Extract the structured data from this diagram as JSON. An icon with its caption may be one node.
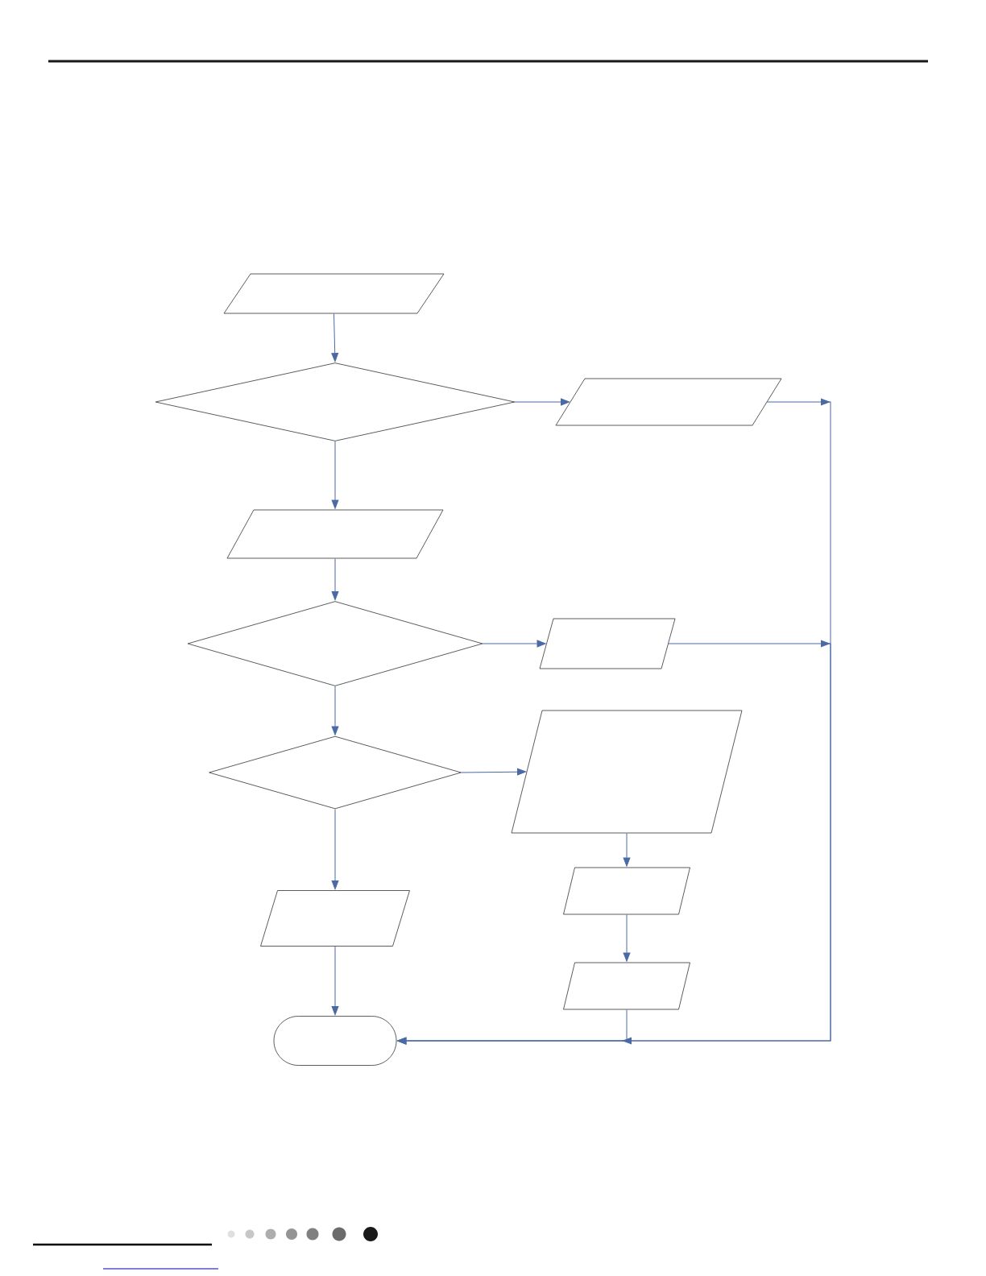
{
  "diagram": {
    "nodes": [
      {
        "text": [],
        "shape": "parallelogram"
      },
      {
        "text": [],
        "shape": "diamond"
      },
      {
        "text": [],
        "shape": "parallelogram"
      },
      {
        "text": [],
        "shape": "parallelogram"
      },
      {
        "text": [],
        "shape": "diamond"
      },
      {
        "text": [],
        "shape": "parallelogram"
      },
      {
        "text": [],
        "shape": "diamond"
      },
      {
        "text": [],
        "shape": "parallelogram"
      },
      {
        "text": [],
        "shape": "parallelogram"
      },
      {
        "text": [],
        "shape": "parallelogram"
      },
      {
        "text": [],
        "shape": "parallelogram"
      },
      {
        "text": [],
        "shape": "stadium"
      }
    ],
    "edges": [
      {
        "from": 0,
        "to": 1,
        "arrow": "to"
      },
      {
        "from": 1,
        "to": 2,
        "arrow": "to"
      },
      {
        "from": 1,
        "to": 3,
        "arrow": "to"
      },
      {
        "from": 3,
        "to": 4,
        "arrow": "to"
      },
      {
        "from": 4,
        "to": 5,
        "arrow": "to"
      },
      {
        "from": 4,
        "to": 6,
        "arrow": "to"
      },
      {
        "from": 6,
        "to": 7,
        "arrow": "to"
      },
      {
        "from": 6,
        "to": 9,
        "arrow": "to"
      },
      {
        "from": 7,
        "to": 8,
        "arrow": "to"
      },
      {
        "from": 8,
        "to": 10,
        "arrow": "to"
      },
      {
        "from": 9,
        "to": 11,
        "arrow": "to"
      },
      {
        "from": 2,
        "to": 11,
        "arrow": "to"
      },
      {
        "from": 5,
        "to": 11,
        "arrow": "to"
      },
      {
        "from": 10,
        "to": 11,
        "arrow": "to"
      }
    ]
  }
}
